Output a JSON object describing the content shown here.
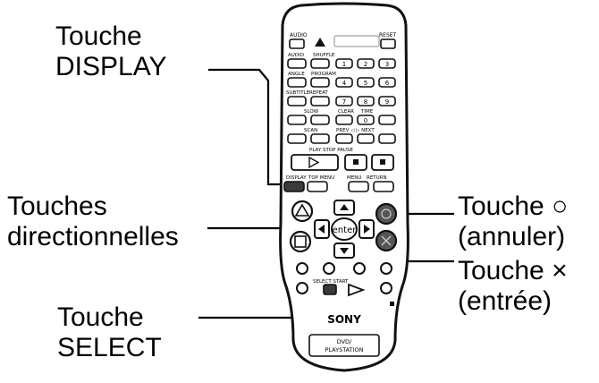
{
  "callouts": {
    "display": {
      "line1": "Touche",
      "line2": "DISPLAY"
    },
    "directional": {
      "line1": "Touches",
      "line2": "directionnelles"
    },
    "select": {
      "line1": "Touche",
      "line2": "SELECT"
    },
    "circle": {
      "line1": "Touche ○",
      "line2": "(annuler)"
    },
    "cross": {
      "line1": "Touche ×",
      "line2": "(entrée)"
    }
  },
  "remote": {
    "top_labels": {
      "audio": "AUDIO",
      "reset": "RESET"
    },
    "row_labels": {
      "audio2": "AUDIO",
      "shuffle": "SHUFFLE",
      "angle": "ANGLE",
      "program": "PROGRAM",
      "subtitle": "SUBTITLE",
      "repeat": "REPEAT",
      "slow": "SLOW",
      "clear": "CLEAR",
      "time": "TIME",
      "scan": "SCAN",
      "prev_next": "PREV ◁ ▷ NEXT",
      "play_stop_pause": "PLAY STOP PAUSE",
      "display": "DISPLAY",
      "topmenu": "TOP MENU",
      "menu": "MENU",
      "return": "RETURN",
      "select_start": "SELECT START",
      "enter": "enter"
    },
    "digits": [
      "1",
      "2",
      "3",
      "4",
      "5",
      "6",
      "7",
      "8",
      "9",
      "0"
    ],
    "brand": "SONY",
    "badge_line1": "DVD/",
    "badge_line2": "PLAYSTATION",
    "colors": {
      "body": "#ffffff",
      "outline": "#111111",
      "button_dark": "#3a3a3a",
      "button_fill": "#e6e6e6"
    }
  }
}
